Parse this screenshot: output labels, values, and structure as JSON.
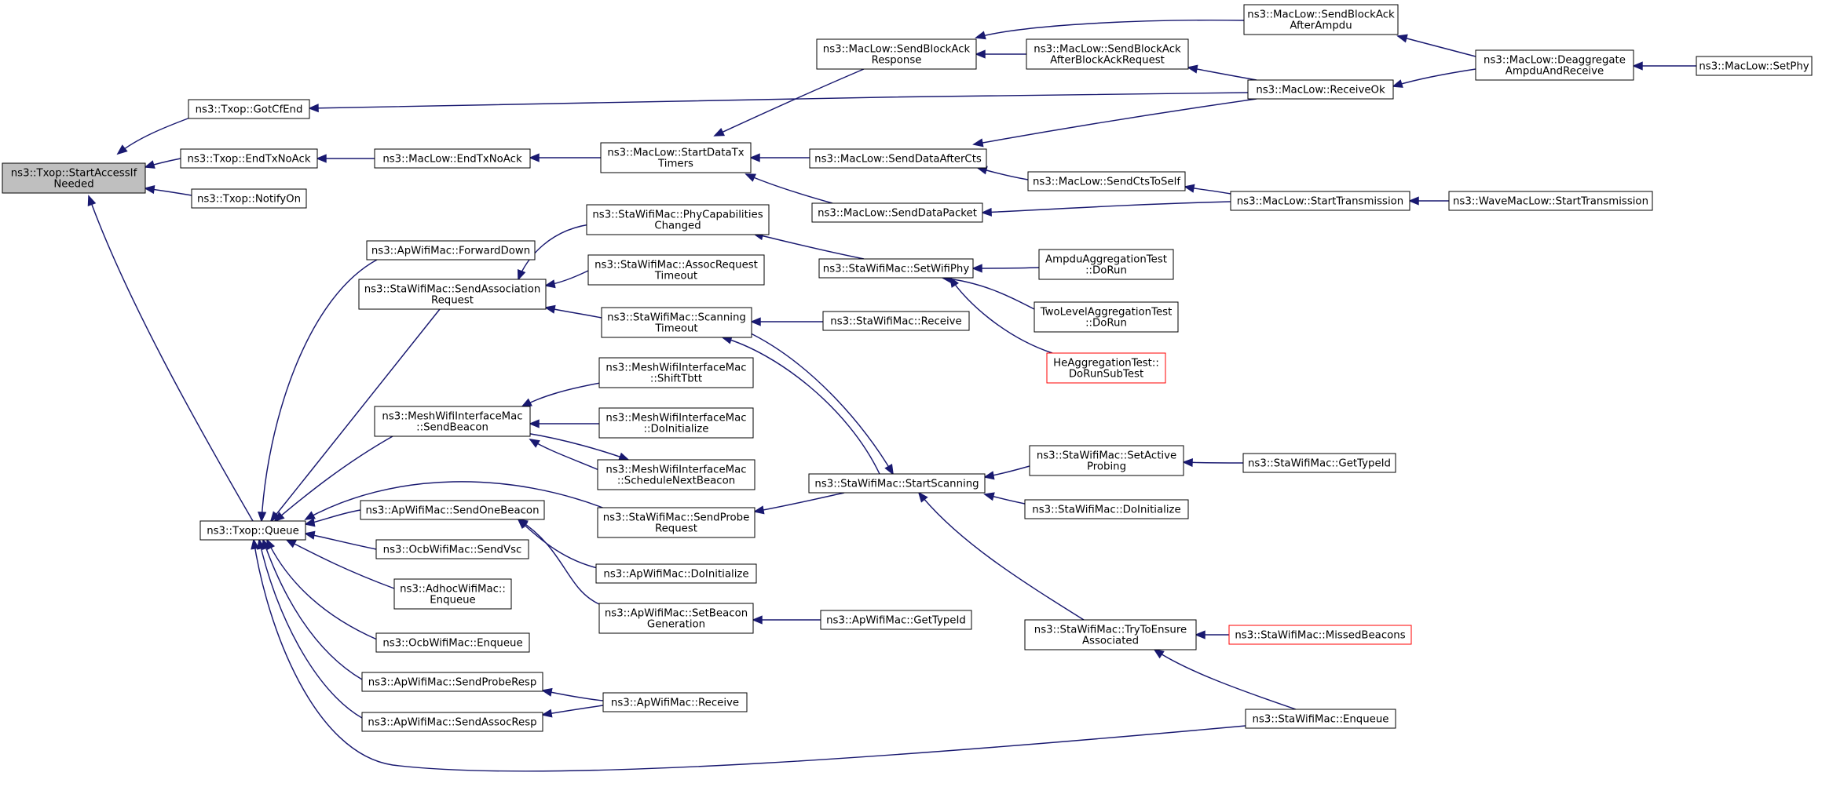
{
  "colors": {
    "edge": "#191970",
    "node_border": "#000000",
    "focus_node_fill": "#bfbfbf",
    "truncated_node_border": "#ff0000",
    "node_fill": "#ffffff"
  },
  "nodes": {
    "Node1": {
      "lines": [
        "ns3::Txop::StartAccessIf",
        "Needed"
      ],
      "style": "focus"
    },
    "Node2": {
      "lines": [
        "ns3::Txop::GotCfEnd"
      ],
      "style": "normal"
    },
    "Node3": {
      "lines": [
        "ns3::MacLow::ReceiveOk"
      ],
      "style": "normal"
    },
    "Node4": {
      "lines": [
        "ns3::MacLow::Deaggregate",
        "AmpduAndReceive"
      ],
      "style": "normal"
    },
    "Node5": {
      "lines": [
        "ns3::MacLow::SetPhy"
      ],
      "style": "normal"
    },
    "Node6": {
      "lines": [
        "ns3::Txop::EndTxNoAck"
      ],
      "style": "normal"
    },
    "Node7": {
      "lines": [
        "ns3::MacLow::EndTxNoAck"
      ],
      "style": "normal"
    },
    "Node8": {
      "lines": [
        "ns3::MacLow::StartDataTx",
        "Timers"
      ],
      "style": "normal"
    },
    "Node9": {
      "lines": [
        "ns3::MacLow::SendBlockAck",
        "Response"
      ],
      "style": "normal"
    },
    "Node10": {
      "lines": [
        "ns3::MacLow::SendBlockAck",
        "AfterAmpdu"
      ],
      "style": "normal"
    },
    "Node11": {
      "lines": [
        "ns3::MacLow::SendBlockAck",
        "AfterBlockAckRequest"
      ],
      "style": "normal"
    },
    "Node12": {
      "lines": [
        "ns3::MacLow::SendDataAfterCts"
      ],
      "style": "normal"
    },
    "Node13": {
      "lines": [
        "ns3::MacLow::SendCtsToSelf"
      ],
      "style": "normal"
    },
    "Node14": {
      "lines": [
        "ns3::MacLow::StartTransmission"
      ],
      "style": "normal"
    },
    "Node15": {
      "lines": [
        "ns3::WaveMacLow::StartTransmission"
      ],
      "style": "normal"
    },
    "Node16": {
      "lines": [
        "ns3::MacLow::SendDataPacket"
      ],
      "style": "normal"
    },
    "Node17": {
      "lines": [
        "ns3::Txop::NotifyOn"
      ],
      "style": "normal"
    },
    "Node18": {
      "lines": [
        "ns3::Txop::Queue"
      ],
      "style": "normal"
    },
    "Node19": {
      "lines": [
        "ns3::ApWifiMac::ForwardDown"
      ],
      "style": "normal"
    },
    "Node20": {
      "lines": [
        "ns3::StaWifiMac::SendAssociation",
        "Request"
      ],
      "style": "normal"
    },
    "Node21": {
      "lines": [
        "ns3::StaWifiMac::PhyCapabilities",
        "Changed"
      ],
      "style": "normal"
    },
    "Node22": {
      "lines": [
        "ns3::StaWifiMac::SetWifiPhy"
      ],
      "style": "normal"
    },
    "Node23": {
      "lines": [
        "AmpduAggregationTest",
        "::DoRun"
      ],
      "style": "normal"
    },
    "Node24": {
      "lines": [
        "TwoLevelAggregationTest",
        "::DoRun"
      ],
      "style": "normal"
    },
    "Node25": {
      "lines": [
        "HeAggregationTest::",
        "DoRunSubTest"
      ],
      "style": "truncated"
    },
    "Node26": {
      "lines": [
        "ns3::StaWifiMac::AssocRequest",
        "Timeout"
      ],
      "style": "normal"
    },
    "Node27": {
      "lines": [
        "ns3::StaWifiMac::Scanning",
        "Timeout"
      ],
      "style": "normal"
    },
    "Node28": {
      "lines": [
        "ns3::StaWifiMac::Receive"
      ],
      "style": "normal"
    },
    "Node29": {
      "lines": [
        "ns3::StaWifiMac::StartScanning"
      ],
      "style": "normal"
    },
    "Node30": {
      "lines": [
        "ns3::StaWifiMac::SetActive",
        "Probing"
      ],
      "style": "normal"
    },
    "Node31": {
      "lines": [
        "ns3::StaWifiMac::GetTypeId"
      ],
      "style": "normal"
    },
    "Node32": {
      "lines": [
        "ns3::StaWifiMac::DoInitialize"
      ],
      "style": "normal"
    },
    "Node33": {
      "lines": [
        "ns3::StaWifiMac::TryToEnsure",
        "Associated"
      ],
      "style": "normal"
    },
    "Node34": {
      "lines": [
        "ns3::StaWifiMac::MissedBeacons"
      ],
      "style": "truncated"
    },
    "Node35": {
      "lines": [
        "ns3::StaWifiMac::Enqueue"
      ],
      "style": "normal"
    },
    "Node36": {
      "lines": [
        "ns3::MeshWifiInterfaceMac",
        "::SendBeacon"
      ],
      "style": "normal"
    },
    "Node37": {
      "lines": [
        "ns3::MeshWifiInterfaceMac",
        "::ShiftTbtt"
      ],
      "style": "normal"
    },
    "Node38": {
      "lines": [
        "ns3::MeshWifiInterfaceMac",
        "::DoInitialize"
      ],
      "style": "normal"
    },
    "Node39": {
      "lines": [
        "ns3::MeshWifiInterfaceMac",
        "::ScheduleNextBeacon"
      ],
      "style": "normal"
    },
    "Node40": {
      "lines": [
        "ns3::ApWifiMac::SendOneBeacon"
      ],
      "style": "normal"
    },
    "Node41": {
      "lines": [
        "ns3::ApWifiMac::DoInitialize"
      ],
      "style": "normal"
    },
    "Node42": {
      "lines": [
        "ns3::ApWifiMac::SetBeacon",
        "Generation"
      ],
      "style": "normal"
    },
    "Node43": {
      "lines": [
        "ns3::ApWifiMac::GetTypeId"
      ],
      "style": "normal"
    },
    "Node44": {
      "lines": [
        "ns3::OcbWifiMac::SendVsc"
      ],
      "style": "normal"
    },
    "Node45": {
      "lines": [
        "ns3::AdhocWifiMac::",
        "Enqueue"
      ],
      "style": "normal"
    },
    "Node46": {
      "lines": [
        "ns3::OcbWifiMac::Enqueue"
      ],
      "style": "normal"
    },
    "Node47": {
      "lines": [
        "ns3::ApWifiMac::SendProbeResp"
      ],
      "style": "normal"
    },
    "Node48": {
      "lines": [
        "ns3::ApWifiMac::Receive"
      ],
      "style": "normal"
    },
    "Node49": {
      "lines": [
        "ns3::ApWifiMac::SendAssocResp"
      ],
      "style": "normal"
    },
    "Node50": {
      "lines": [
        "ns3::StaWifiMac::SendProbe",
        "Request"
      ],
      "style": "normal"
    }
  },
  "edges": [
    {
      "from": "Node2",
      "to": "Node1"
    },
    {
      "from": "Node3",
      "to": "Node2"
    },
    {
      "from": "Node4",
      "to": "Node3"
    },
    {
      "from": "Node5",
      "to": "Node4"
    },
    {
      "from": "Node6",
      "to": "Node1"
    },
    {
      "from": "Node7",
      "to": "Node6"
    },
    {
      "from": "Node8",
      "to": "Node7"
    },
    {
      "from": "Node9",
      "to": "Node8"
    },
    {
      "from": "Node10",
      "to": "Node9"
    },
    {
      "from": "Node4",
      "to": "Node10"
    },
    {
      "from": "Node11",
      "to": "Node9"
    },
    {
      "from": "Node3",
      "to": "Node11"
    },
    {
      "from": "Node12",
      "to": "Node8"
    },
    {
      "from": "Node3",
      "to": "Node12"
    },
    {
      "from": "Node13",
      "to": "Node12"
    },
    {
      "from": "Node14",
      "to": "Node13"
    },
    {
      "from": "Node15",
      "to": "Node14"
    },
    {
      "from": "Node16",
      "to": "Node8"
    },
    {
      "from": "Node14",
      "to": "Node16"
    },
    {
      "from": "Node17",
      "to": "Node1"
    },
    {
      "from": "Node18",
      "to": "Node1"
    },
    {
      "from": "Node19",
      "to": "Node18"
    },
    {
      "from": "Node20",
      "to": "Node18"
    },
    {
      "from": "Node21",
      "to": "Node20"
    },
    {
      "from": "Node22",
      "to": "Node21"
    },
    {
      "from": "Node23",
      "to": "Node22"
    },
    {
      "from": "Node24",
      "to": "Node22"
    },
    {
      "from": "Node25",
      "to": "Node22"
    },
    {
      "from": "Node26",
      "to": "Node20"
    },
    {
      "from": "Node27",
      "to": "Node20"
    },
    {
      "from": "Node28",
      "to": "Node27"
    },
    {
      "from": "Node29",
      "to": "Node27"
    },
    {
      "from": "Node27",
      "to": "Node29"
    },
    {
      "from": "Node30",
      "to": "Node29"
    },
    {
      "from": "Node31",
      "to": "Node30"
    },
    {
      "from": "Node32",
      "to": "Node29"
    },
    {
      "from": "Node33",
      "to": "Node29"
    },
    {
      "from": "Node34",
      "to": "Node33"
    },
    {
      "from": "Node35",
      "to": "Node33"
    },
    {
      "from": "Node36",
      "to": "Node18"
    },
    {
      "from": "Node37",
      "to": "Node36"
    },
    {
      "from": "Node38",
      "to": "Node36"
    },
    {
      "from": "Node39",
      "to": "Node36"
    },
    {
      "from": "Node36",
      "to": "Node39"
    },
    {
      "from": "Node40",
      "to": "Node18"
    },
    {
      "from": "Node41",
      "to": "Node40"
    },
    {
      "from": "Node42",
      "to": "Node40"
    },
    {
      "from": "Node43",
      "to": "Node42"
    },
    {
      "from": "Node44",
      "to": "Node18"
    },
    {
      "from": "Node45",
      "to": "Node18"
    },
    {
      "from": "Node46",
      "to": "Node18"
    },
    {
      "from": "Node47",
      "to": "Node18"
    },
    {
      "from": "Node48",
      "to": "Node47"
    },
    {
      "from": "Node49",
      "to": "Node18"
    },
    {
      "from": "Node48",
      "to": "Node49"
    },
    {
      "from": "Node50",
      "to": "Node18"
    },
    {
      "from": "Node29",
      "to": "Node50"
    },
    {
      "from": "Node35",
      "to": "Node18"
    }
  ]
}
